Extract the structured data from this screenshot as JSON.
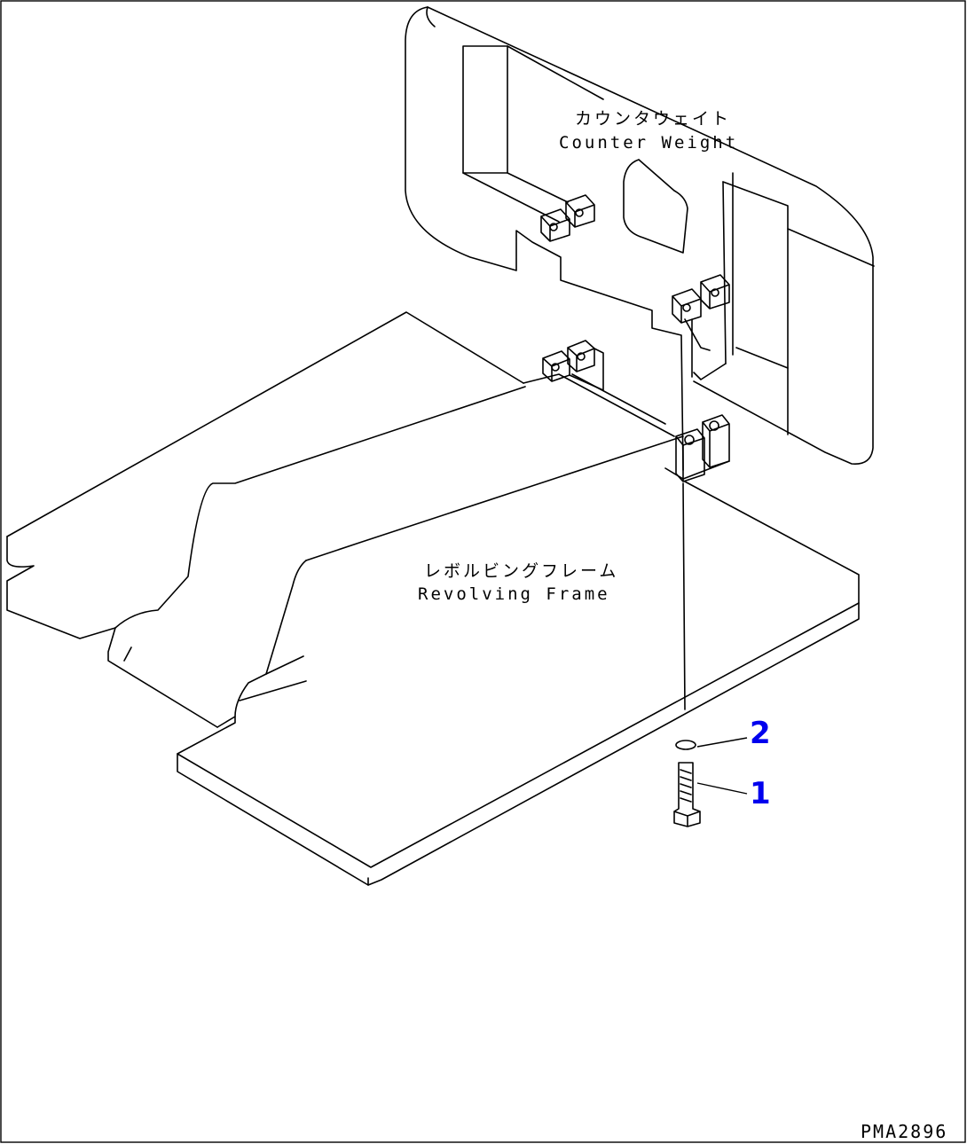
{
  "labels": {
    "counter_weight_jp": "カウンタウェイト",
    "counter_weight_en": "Counter Weight",
    "revolving_frame_jp": "レボルビングフレーム",
    "revolving_frame_en": "Revolving Frame"
  },
  "callouts": [
    {
      "number": "1",
      "part": "bolt"
    },
    {
      "number": "2",
      "part": "washer"
    }
  ],
  "drawing_code": "PMA2896",
  "colors": {
    "line": "#000000",
    "callout": "#0000ee",
    "background": "#ffffff"
  }
}
